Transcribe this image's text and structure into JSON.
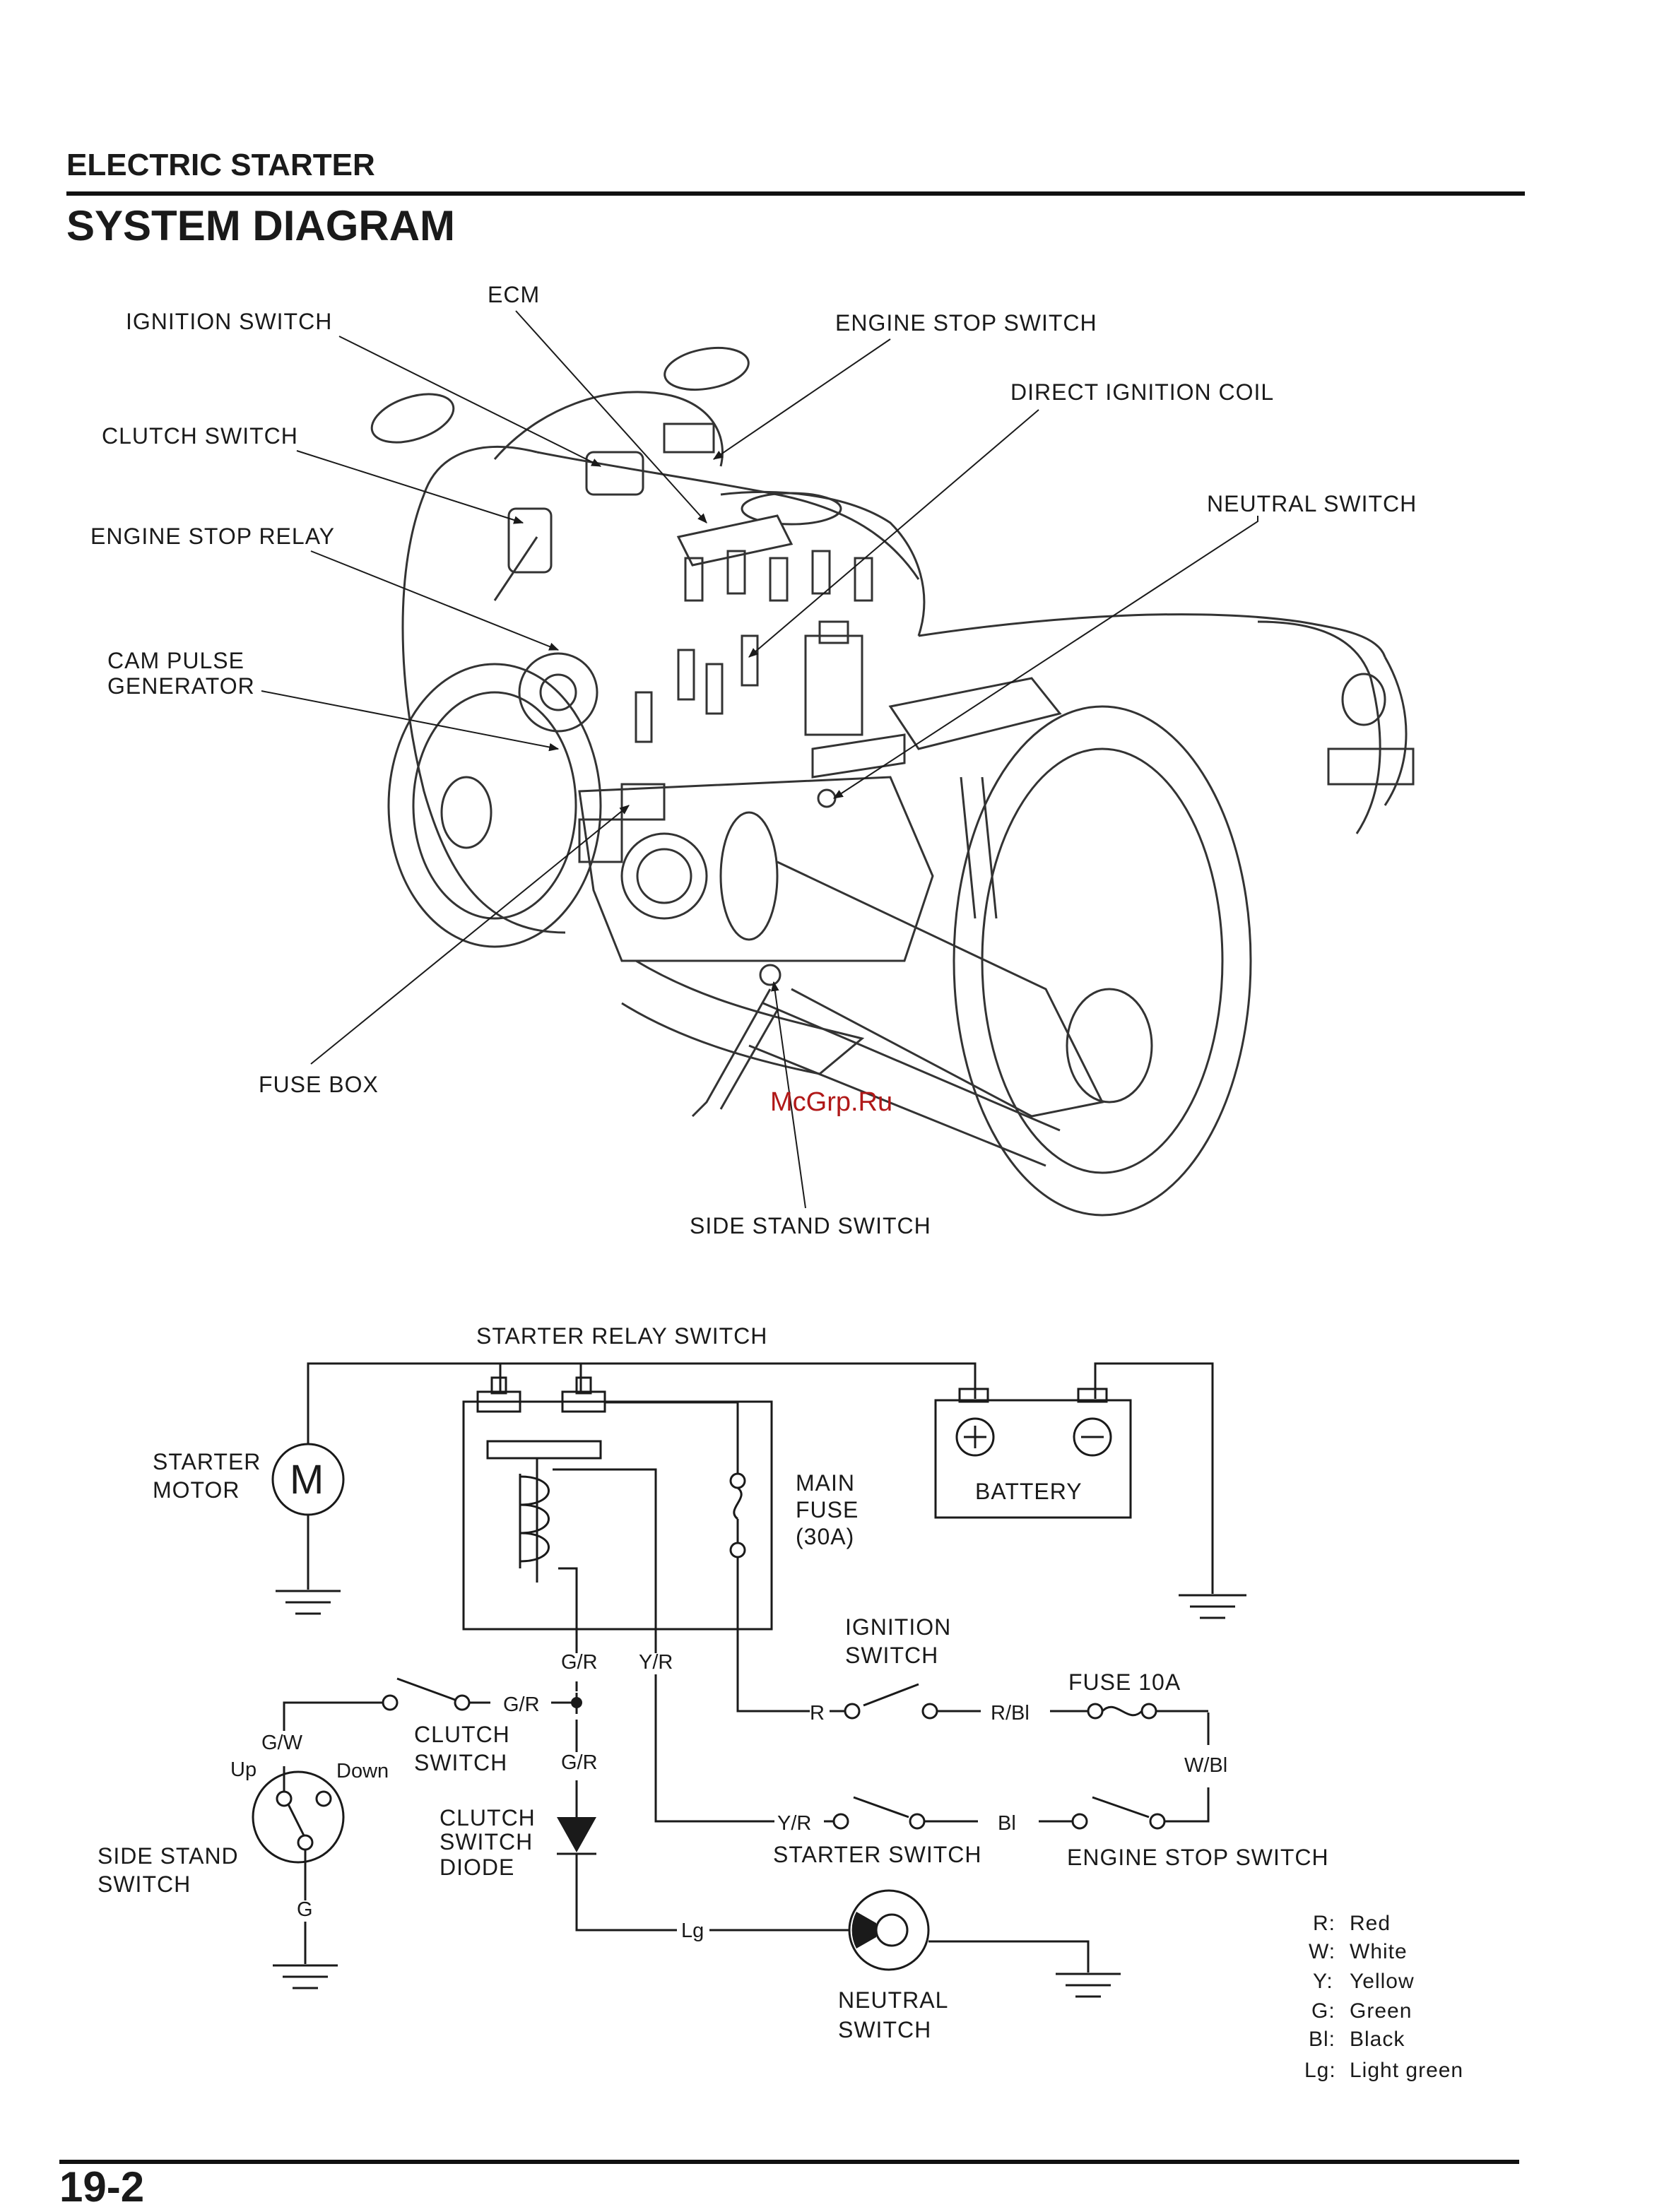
{
  "header": {
    "section": "ELECTRIC STARTER",
    "title": "SYSTEM DIAGRAM"
  },
  "callouts": {
    "ecm": "ECM",
    "ignition_switch": "IGNITION SWITCH",
    "engine_stop_switch": "ENGINE STOP SWITCH",
    "direct_ignition_coil": "DIRECT IGNITION COIL",
    "clutch_switch": "CLUTCH SWITCH",
    "neutral_switch": "NEUTRAL SWITCH",
    "engine_stop_relay": "ENGINE STOP RELAY",
    "cam_pulse_1": "CAM PULSE",
    "cam_pulse_2": "GENERATOR",
    "fuse_box": "FUSE BOX",
    "side_stand_switch": "SIDE STAND SWITCH"
  },
  "watermark": "McGrp.Ru",
  "circuit": {
    "starter_relay_switch": "STARTER RELAY SWITCH",
    "starter_motor_1": "STARTER",
    "starter_motor_2": "MOTOR",
    "motor_symbol": "M",
    "main_fuse_1": "MAIN",
    "main_fuse_2": "FUSE",
    "main_fuse_3": "(30A)",
    "battery": "BATTERY",
    "ignition_switch_1": "IGNITION",
    "ignition_switch_2": "SWITCH",
    "fuse_10a": "FUSE 10A",
    "clutch_switch_1": "CLUTCH",
    "clutch_switch_2": "SWITCH",
    "clutch_diode_1": "CLUTCH",
    "clutch_diode_2": "SWITCH",
    "clutch_diode_3": "DIODE",
    "starter_switch": "STARTER SWITCH",
    "engine_stop_switch": "ENGINE STOP SWITCH",
    "side_stand_1": "SIDE STAND",
    "side_stand_2": "SWITCH",
    "neutral_1": "NEUTRAL",
    "neutral_2": "SWITCH",
    "up": "Up",
    "down": "Down",
    "wires": {
      "gr_relay": "G/R",
      "yr_relay": "Y/R",
      "gr_clutch": "G/R",
      "gr_diode": "G/R",
      "gw": "G/W",
      "g": "G",
      "r": "R",
      "rbl": "R/Bl",
      "wbl": "W/Bl",
      "yr_starter": "Y/R",
      "bl": "Bl",
      "lg": "Lg"
    }
  },
  "legend": [
    {
      "code": "R:",
      "name": "Red"
    },
    {
      "code": "W:",
      "name": "White"
    },
    {
      "code": "Y:",
      "name": "Yellow"
    },
    {
      "code": "G:",
      "name": "Green"
    },
    {
      "code": "Bl:",
      "name": "Black"
    },
    {
      "code": "Lg:",
      "name": "Light green"
    }
  ],
  "page_number": "19-2"
}
